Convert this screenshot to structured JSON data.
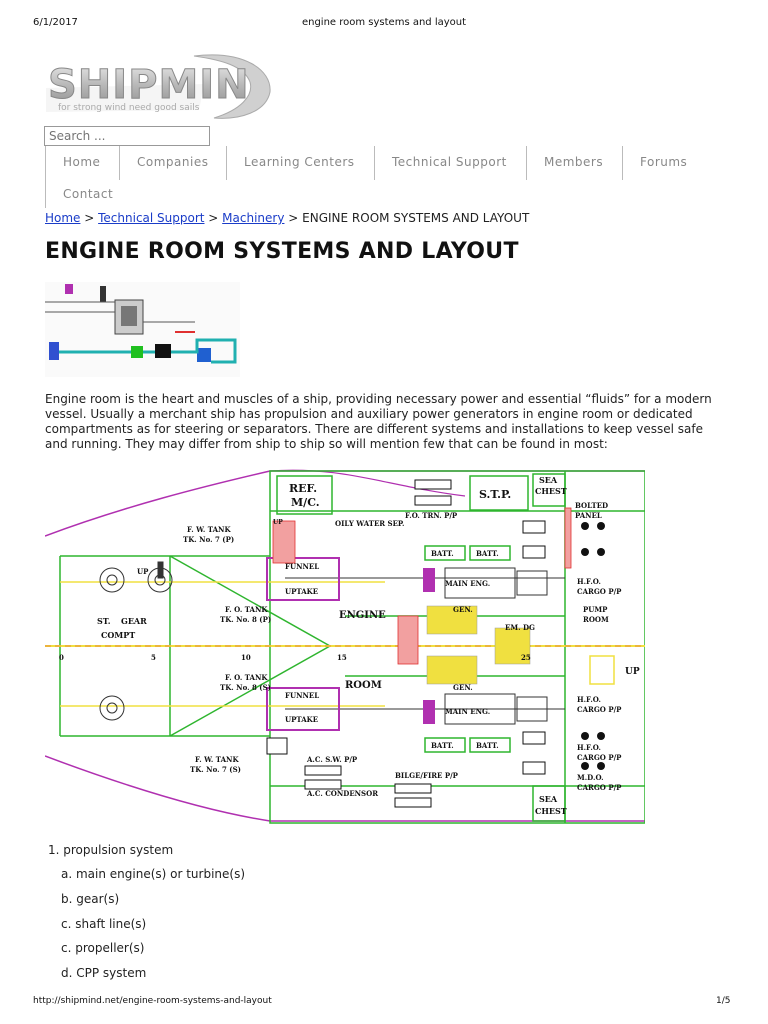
{
  "print_header": {
    "date": "6/1/2017",
    "title": "engine room systems and layout"
  },
  "logo": {
    "name": "SHIPMIN",
    "tagline": "for strong wind need good sails"
  },
  "search": {
    "placeholder": "Search ..."
  },
  "nav": {
    "items": [
      "Home",
      "Companies",
      "Learning Centers",
      "Technical Support",
      "Members",
      "Forums",
      "Contact"
    ]
  },
  "breadcrumb": {
    "home": "Home",
    "sep": " > ",
    "technical": "Technical Support",
    "machinery": "Machinery",
    "current": "ENGINE ROOM SYSTEMS AND LAYOUT"
  },
  "article": {
    "title": "ENGINE ROOM SYSTEMS AND LAYOUT",
    "intro": "Engine room is the heart and muscles of a ship, providing necessary power and essential “fluids” for a modern vessel. Usually a merchant ship has propulsion and auxiliary power generators in engine room or dedicated compartments as for steering or separators. There are different systems and installations to keep vessel safe and running. They may differ from ship to ship so will mention few that can be found in most:"
  },
  "diagram": {
    "labels": {
      "ref": "REF.",
      "mc": "M/C.",
      "stp": "S.T.P.",
      "sea_top": "SEA",
      "chest_top": "CHEST",
      "fo_tfr": "F.O. TRN. P/P",
      "oily": "OILY WATER SEP.",
      "bolted": "BOLTED",
      "panel": "PANEL",
      "fw_tank_p": "F. W. TANK",
      "tk7p": "TK. No. 7 (P)",
      "batt1": "BATT.",
      "batt2": "BATT.",
      "funnel_p": "FUNNEL",
      "uptake_p": "UPTAKE",
      "main_eng_p": "MAIN ENG.",
      "hfo_p": "H.F.O.",
      "cargo_p": "CARGO P/P",
      "pump": "PUMP",
      "room": "ROOM",
      "st": "ST.",
      "gear": "GEAR",
      "compt": "COMPT",
      "fo_tank_p": "F. O. TANK",
      "tk8p": "TK. No. 8 (P)",
      "engine": "ENGINE",
      "gen_top": "GEN.",
      "em_dg": "EM. DG",
      "gen_bottom": "GEN.",
      "fo_tank_s": "F. O. TANK",
      "tk8s": "TK. No. 8 (S)",
      "eroom": "ROOM",
      "up_left": "UP",
      "up_right": "UP",
      "up_top": "UP",
      "funnel_s": "FUNNEL",
      "uptake_s": "UPTAKE",
      "main_eng_s": "MAIN ENG.",
      "hfo_s": "H.F.O.",
      "cargo_s": "CARGO P/P",
      "batt3": "BATT.",
      "batt4": "BATT.",
      "fw_tank_s": "F. W. TANK",
      "tk7s": "TK. No. 7 (S)",
      "acsw": "A.C. S.W. P/P",
      "bilge": "BILGE/FIRE P/P",
      "accond": "A.C. CONDENSOR",
      "hfo2": "H.F.O.",
      "cargo2": "CARGO P/P",
      "mdo": "M.D.O.",
      "cargo3": "CARGO P/P",
      "sea_bot": "SEA",
      "chest_bot": "CHEST",
      "frame0": "0",
      "frame5": "5",
      "frame10": "10",
      "frame15": "15",
      "frame25": "25"
    }
  },
  "systems_list": [
    {
      "label": "1. propulsion system",
      "children": [
        "a. main engine(s) or turbine(s)",
        "b. gear(s)",
        "c. shaft line(s)",
        "c. propeller(s)",
        "d. CPP system"
      ]
    }
  ],
  "print_footer": {
    "url": "http://shipmind.net/engine-room-systems-and-layout",
    "page": "1/5"
  },
  "colors": {
    "link": "#1a3cc8",
    "diagram_green": "#2fb52f",
    "diagram_magenta": "#b030b0",
    "diagram_yellow": "#f0e040",
    "diagram_red": "#e03030"
  }
}
